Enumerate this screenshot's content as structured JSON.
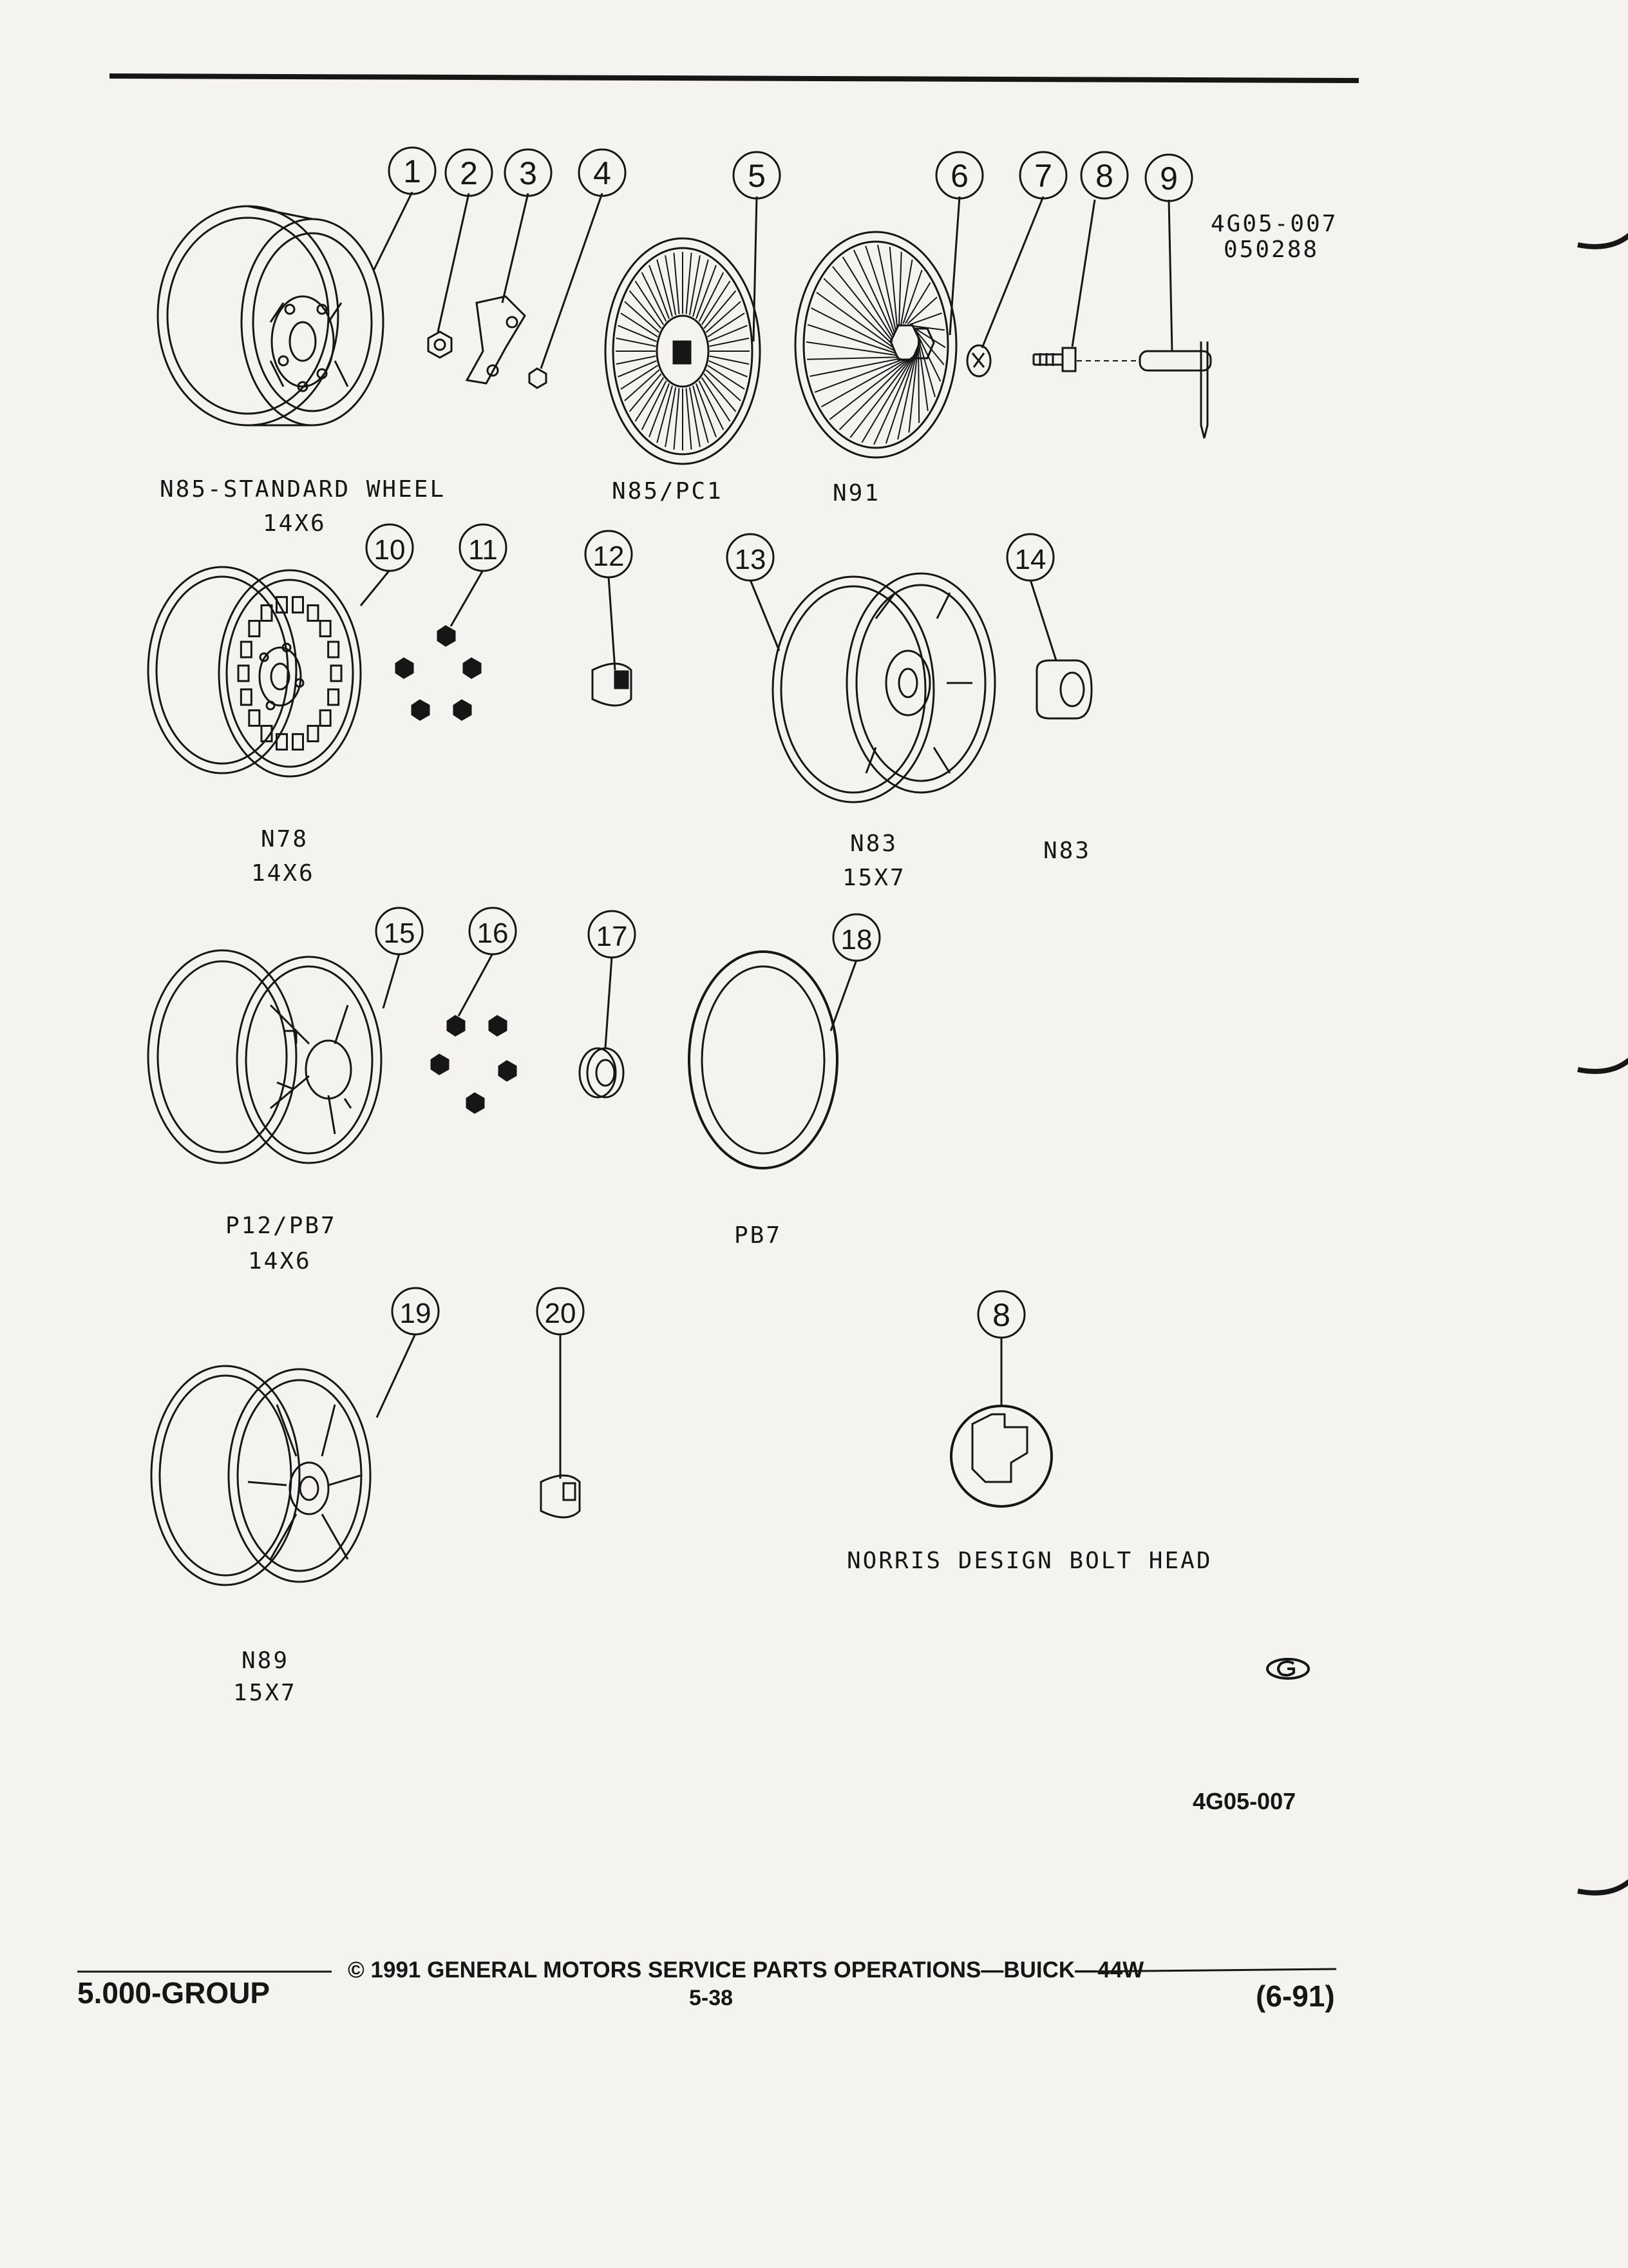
{
  "figure_codes": {
    "code": "4G05-007",
    "date": "050288",
    "bottom_code": "4G05-007"
  },
  "callouts": [
    "1",
    "2",
    "3",
    "4",
    "5",
    "6",
    "7",
    "8",
    "9",
    "10",
    "11",
    "12",
    "13",
    "14",
    "15",
    "16",
    "17",
    "18",
    "19",
    "20",
    "8"
  ],
  "captions": {
    "n85_standard": "N85-STANDARD WHEEL",
    "n85_size": "14X6",
    "n85_pc1": "N85/PC1",
    "n91": "N91",
    "n78": "N78",
    "n78_size": "14X6",
    "n83_wheel": "N83",
    "n83_size": "15X7",
    "n83_cap": "N83",
    "p12_pb7": "P12/PB7",
    "p12_size": "14X6",
    "pb7": "PB7",
    "n89": "N89",
    "n89_size": "15X7",
    "norris": "NORRIS DESIGN BOLT HEAD"
  },
  "footer": {
    "group": "5.000-GROUP",
    "copyright": "© 1991 GENERAL MOTORS SERVICE PARTS OPERATIONS—BUICK—44W",
    "page": "5-38",
    "revision": "(6-91)"
  },
  "colors": {
    "paper": "#f4f3ef",
    "ink": "#161616"
  }
}
